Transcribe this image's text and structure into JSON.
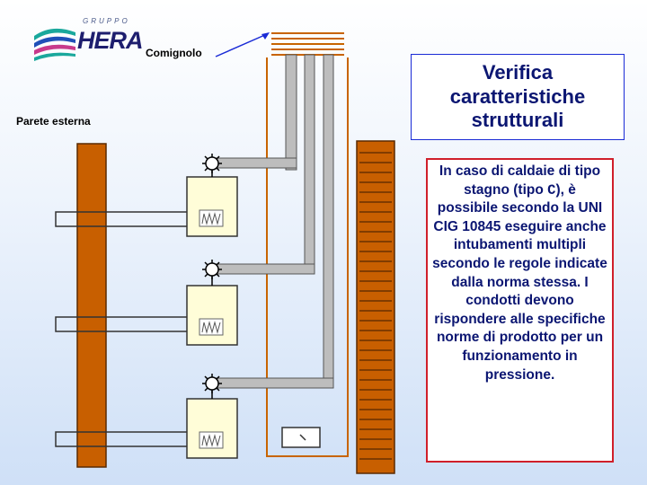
{
  "logo": {
    "brand": "HERA",
    "group_label": "GRUPPO",
    "colors": {
      "teal": "#1aa89c",
      "blue": "#1f4fb8",
      "magenta": "#c83a8c",
      "text": "#1e1e6e"
    }
  },
  "labels": {
    "chimney": "Comignolo",
    "external_wall": "Parete esterna"
  },
  "title": {
    "text": "Verifica caratteristiche strutturali"
  },
  "body": {
    "segments": [
      {
        "text": "In caso di caldaie di tipo stagno (tipo ",
        "mono": false
      },
      {
        "text": "C",
        "mono": true
      },
      {
        "text": "), è possibile secondo la UNI CIG 10845 eseguire anche intubamenti multipli secondo le regole indicate dalla norma stessa. I condotti devono rispondere alle specifiche norme di prodotto per un funzionamento in pressione.",
        "mono": false
      }
    ]
  },
  "diagram": {
    "boiler_count": 3,
    "flue_pipe_count": 3,
    "colors": {
      "wall": "#c85f00",
      "chimney_border": "#c86400",
      "pipe": "#bdbdbd",
      "pipe_outline": "#555555",
      "boiler_fill": "#fffdd8",
      "leader_line": "#1a2bd6",
      "title_border": "#1a2bd6",
      "text_border": "#d01f2a",
      "text": "#0b1672"
    }
  }
}
